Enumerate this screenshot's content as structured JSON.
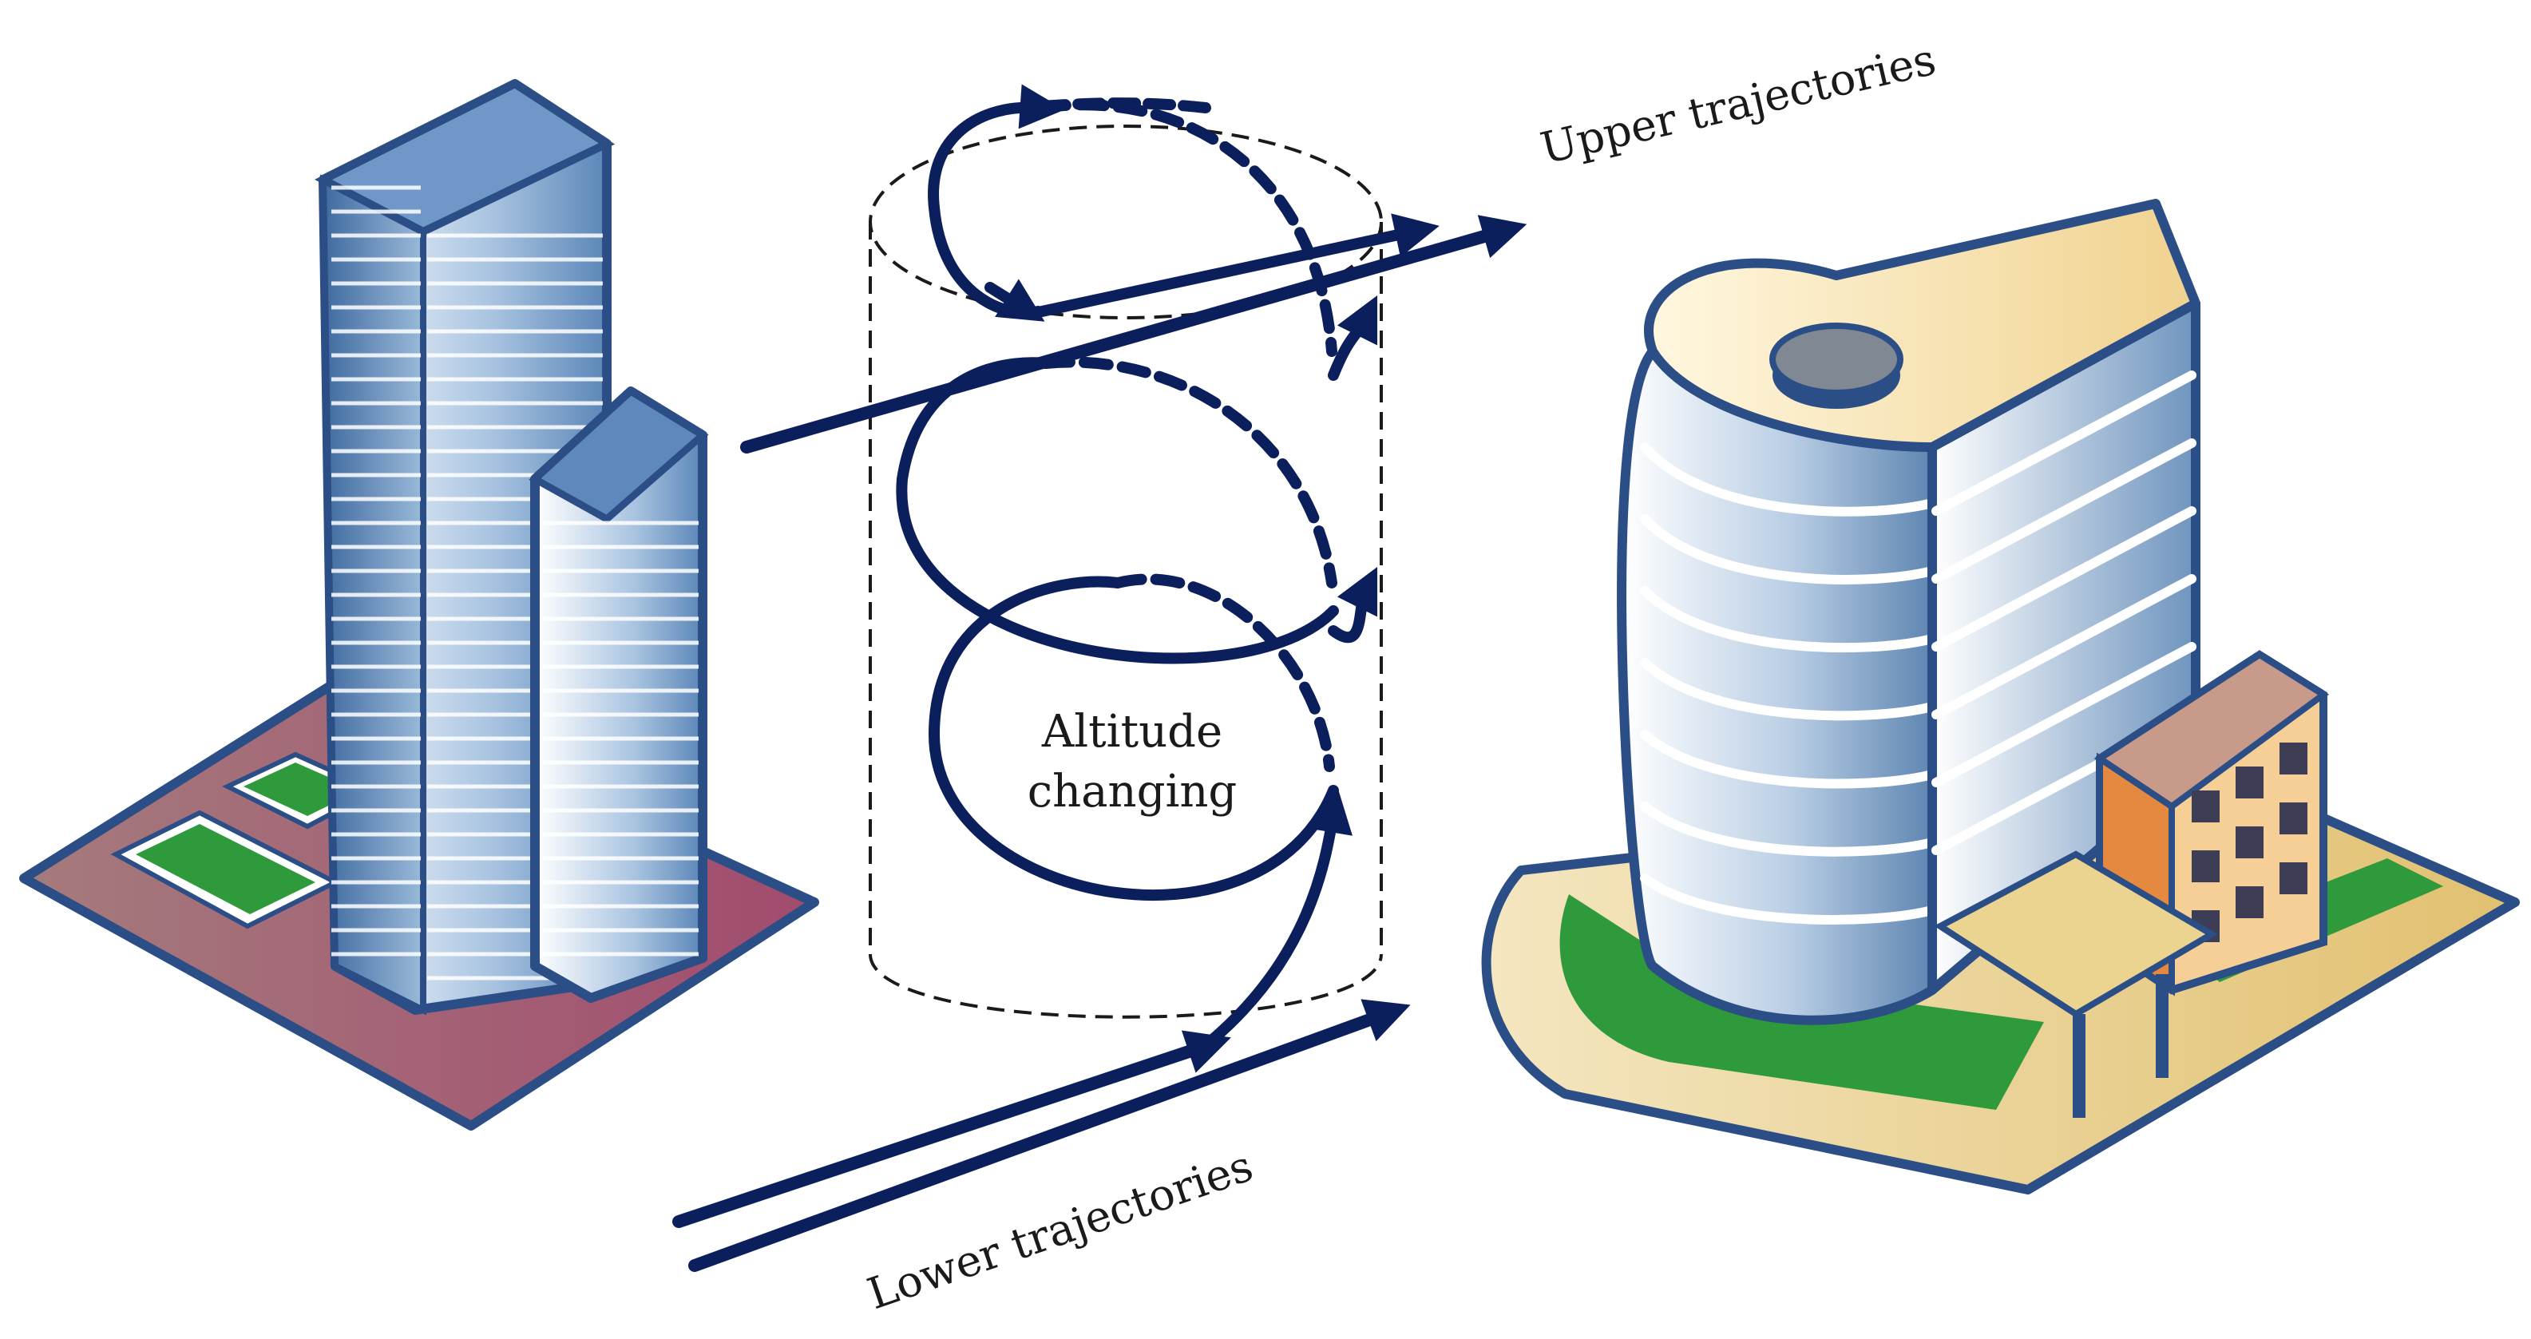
{
  "labels": {
    "upper": "Upper trajectories",
    "lower": "Lower trajectories",
    "altitude_line1": "Altitude",
    "altitude_line2": "changing"
  },
  "colors": {
    "trajectory": "#0b1f5c",
    "tower_stroke": "#2c4e86",
    "tower_light": "#f2f7fc",
    "tower_dark": "#5b86b8",
    "left_ground": "#9a5a6e",
    "right_ground": "#e9d6a2",
    "lawn": "#2f9a3b",
    "roof_cap": "#7f8893",
    "annex": "#e58840"
  },
  "icons": [
    "skyscraper-left-icon",
    "round-office-building-icon"
  ]
}
